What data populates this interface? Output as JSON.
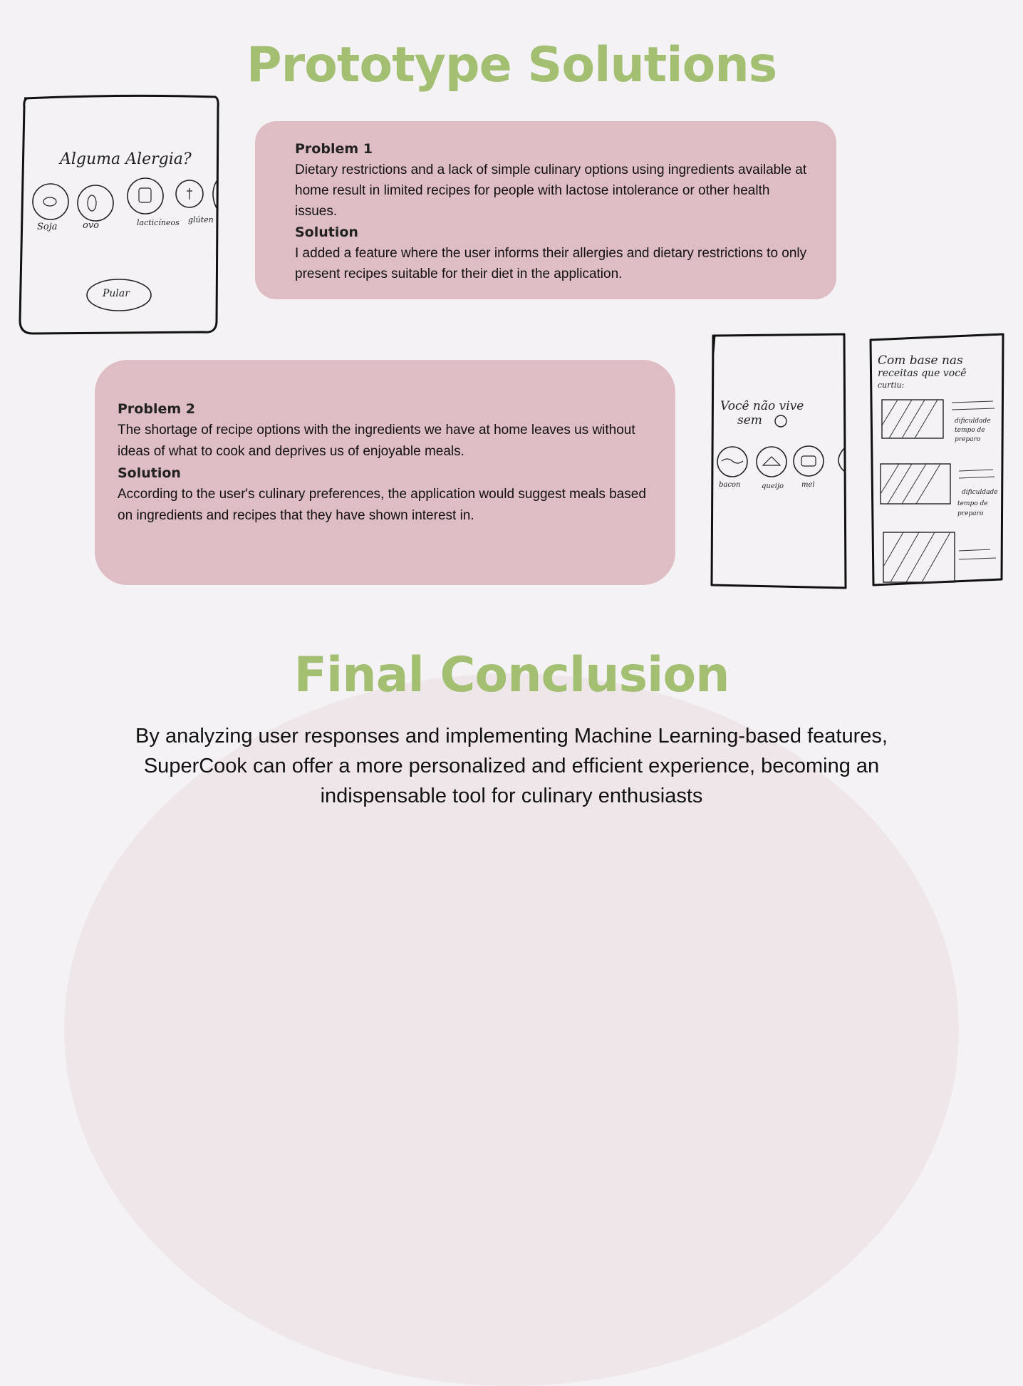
{
  "section1": {
    "title": "Prototype Solutions"
  },
  "card1": {
    "problem_heading": "Problem 1",
    "problem_text": "Dietary restrictions and a lack of simple culinary options using ingredients available at home result in limited recipes for people with lactose intolerance or other health issues.",
    "solution_heading": "Solution",
    "solution_text": "I added a feature where the user informs their allergies and dietary restrictions to only present recipes suitable for their diet in the application."
  },
  "card2": {
    "problem_heading": "Problem 2",
    "problem_text": "The shortage of recipe options with the ingredients we have at home leaves us without ideas of what to cook and deprives us of enjoyable meals.",
    "solution_heading": "Solution",
    "solution_text": "According to the user's culinary preferences, the application would suggest meals based on ingredients and recipes that they have shown interest in."
  },
  "sketch1": {
    "question": "Alguma Alergia?",
    "options": [
      "Soja",
      "ovo",
      "lacticíneos",
      "glúten"
    ],
    "button": "Pular"
  },
  "sketch2": {
    "line1": "Você não vive",
    "line2": "sem",
    "options": [
      "bacon",
      "queijo",
      "mel"
    ]
  },
  "sketch3": {
    "header1": "Com base nas",
    "header2": "receitas que você",
    "header3": "curtiu:",
    "meta1": "dificuldade",
    "meta2": "tempo de",
    "meta3": "preparo"
  },
  "section2": {
    "title": "Final Conclusion",
    "text": "By analyzing user responses and implementing Machine Learning-based features, SuperCook can offer a more personalized and efficient experience, becoming an indispensable tool for culinary enthusiasts"
  }
}
